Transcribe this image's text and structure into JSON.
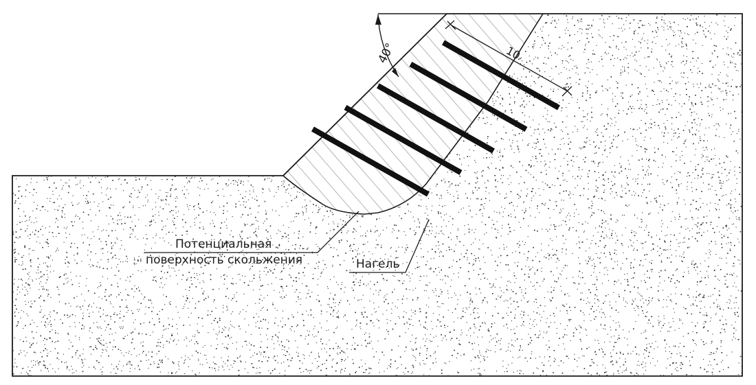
{
  "diagram": {
    "labels": {
      "slip_surface_line1": "Потенциальная",
      "slip_surface_line2": "поверхность скольжения",
      "nail": "Нагель",
      "angle": "40°",
      "length": "10"
    },
    "colors": {
      "line": "#1a1a1a",
      "soil_dots": "#2a2a2a",
      "hatch": "#b5b5b5",
      "nail": "#111111",
      "background": "#ffffff"
    },
    "nails": {
      "count": 5
    }
  }
}
